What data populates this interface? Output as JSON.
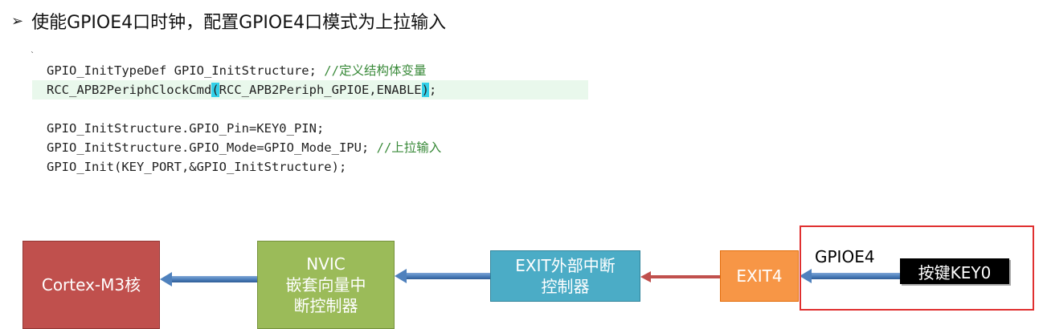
{
  "heading": {
    "bullet": "➢",
    "text": "使能GPIOE4口时钟，配置GPIOE4口模式为上拉输入"
  },
  "code": {
    "tick": "`",
    "line1_main": "GPIO_InitTypeDef GPIO_InitStructure; ",
    "line1_comment": "//定义结构体变量",
    "line2_pre": "RCC_APB2PeriphClockCmd",
    "line2_lparen": "(",
    "line2_mid": "RCC_APB2Periph_GPIOE,ENABLE",
    "line2_rparen": ")",
    "line2_post": ";",
    "line3": "GPIO_InitStructure.GPIO_Pin=KEY0_PIN;",
    "line4_main": "GPIO_InitStructure.GPIO_Mode=GPIO_Mode_IPU; ",
    "line4_comment": "//上拉输入",
    "line5": "GPIO_Init(KEY_PORT,&GPIO_InitStructure);"
  },
  "diagram": {
    "cortex": "Cortex-M3核",
    "nvic_line1": "NVIC",
    "nvic_line2": "嵌套向量中",
    "nvic_line3": "断控制器",
    "exit_line1": "EXIT外部中断",
    "exit_line2": "控制器",
    "exit4": "EXIT4",
    "gpio": "GPIOE4",
    "key": "按键KEY0"
  },
  "colors": {
    "cortex": "#c0504d",
    "nvic": "#9bbb59",
    "exit": "#4bacc6",
    "exit4": "#f79646",
    "frame": "#e03030",
    "arrow_blue": "#4f81bd",
    "arrow_red": "#c0504d",
    "comment": "#3a8a3a",
    "paren_highlight": "#33d0e8"
  }
}
